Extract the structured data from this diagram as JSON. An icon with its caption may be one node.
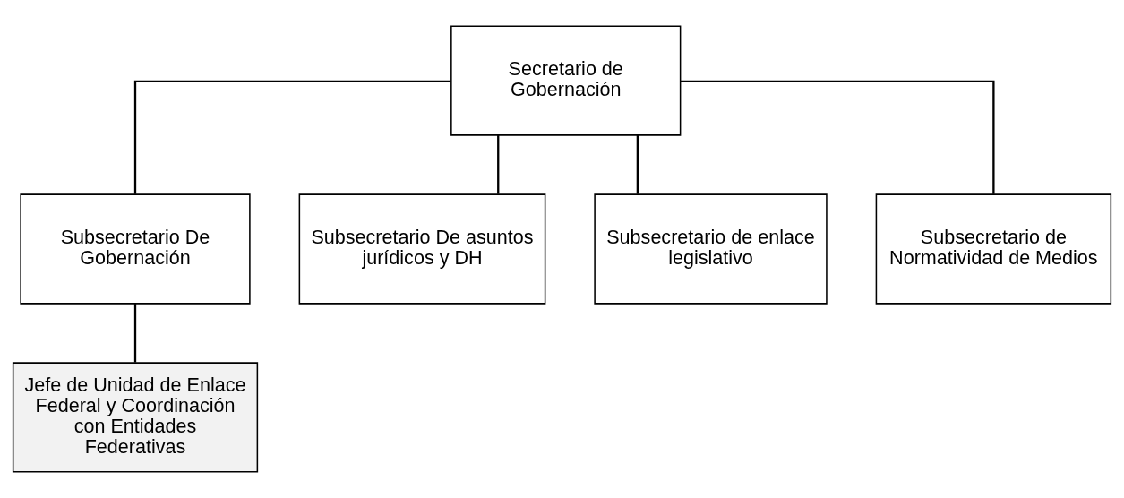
{
  "diagram": {
    "nodes": [
      {
        "text": [
          "Secretario de Gobernación"
        ]
      },
      {
        "text": [
          "Subsecretario De Gobernación"
        ]
      },
      {
        "text": [
          "Subsecretario De asuntos jurídicos y DH"
        ]
      },
      {
        "text": [
          "Subsecretario de enlace legislativo"
        ]
      },
      {
        "text": [
          "Subsecretario de Normatividad de Medios"
        ]
      },
      {
        "text": [
          "Jefe de Unidad de Enlace Federal y Coordinación con Entidades Federativas"
        ]
      }
    ],
    "edges": [
      {
        "from": 0,
        "to": 1,
        "arrow": "none"
      },
      {
        "from": 0,
        "to": 2,
        "arrow": "none"
      },
      {
        "from": 0,
        "to": 3,
        "arrow": "none"
      },
      {
        "from": 0,
        "to": 4,
        "arrow": "none"
      },
      {
        "from": 1,
        "to": 5,
        "arrow": "none"
      }
    ]
  }
}
